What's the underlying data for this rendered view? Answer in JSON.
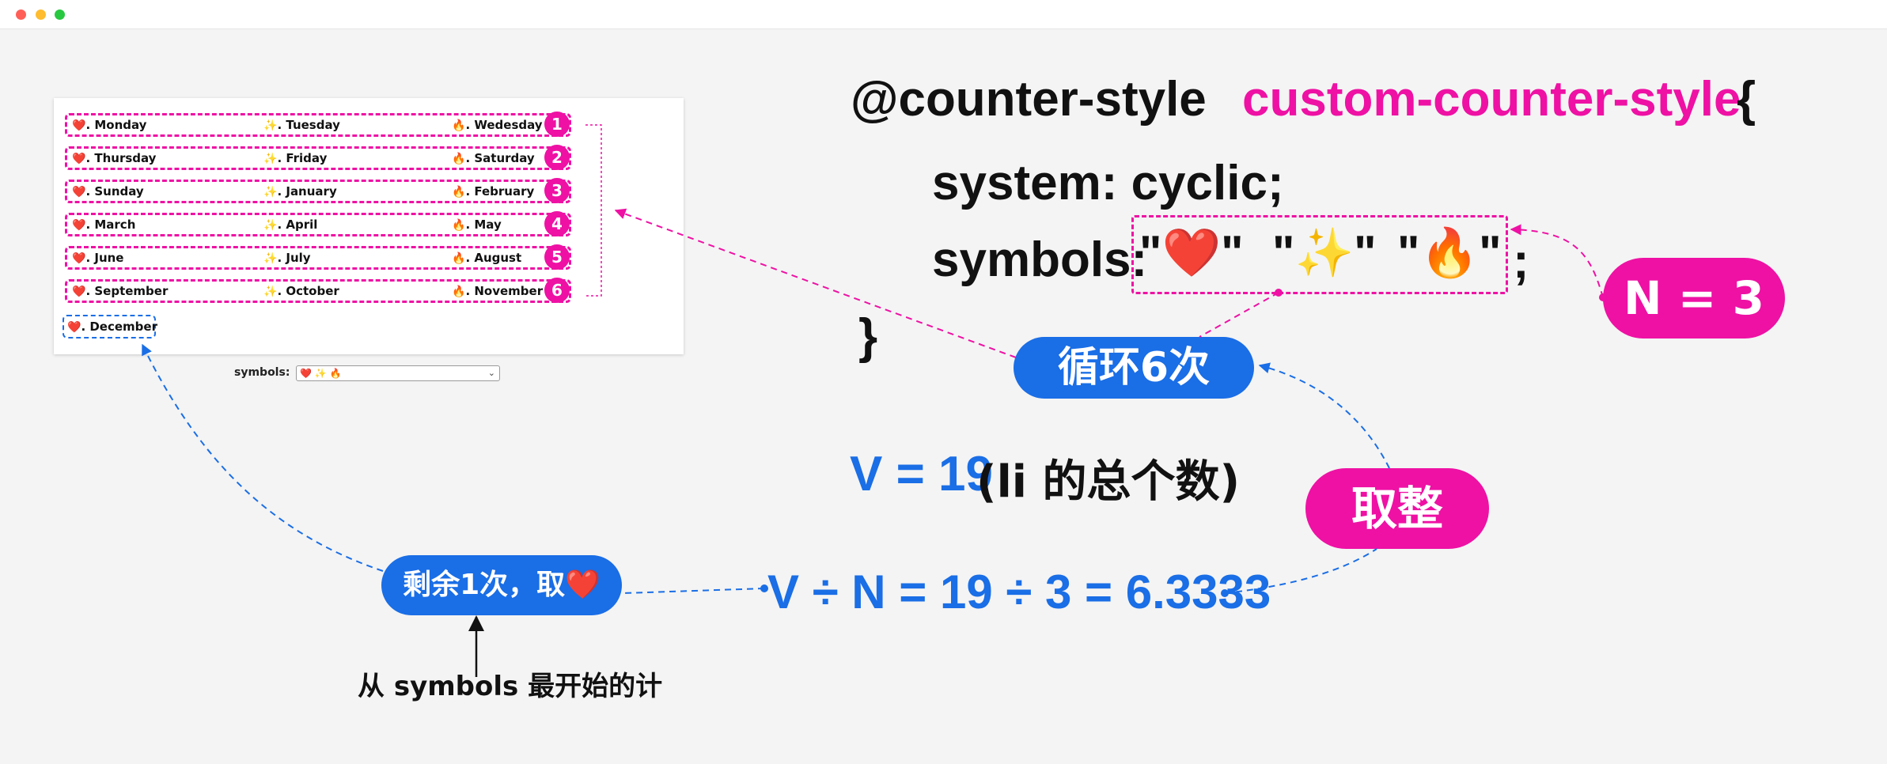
{
  "window": {
    "controls": [
      "close",
      "minimize",
      "zoom"
    ]
  },
  "demo_list": {
    "rows": [
      {
        "items": [
          {
            "symbol": "❤️",
            "text": ". Monday"
          },
          {
            "symbol": "✨",
            "text": ". Tuesday"
          },
          {
            "symbol": "🔥",
            "text": ". Wedesday"
          }
        ],
        "badge": "1"
      },
      {
        "items": [
          {
            "symbol": "❤️",
            "text": ". Thursday"
          },
          {
            "symbol": "✨",
            "text": ". Friday"
          },
          {
            "symbol": "🔥",
            "text": ". Saturday"
          }
        ],
        "badge": "2"
      },
      {
        "items": [
          {
            "symbol": "❤️",
            "text": ". Sunday"
          },
          {
            "symbol": "✨",
            "text": ". January"
          },
          {
            "symbol": "🔥",
            "text": ". February"
          }
        ],
        "badge": "3"
      },
      {
        "items": [
          {
            "symbol": "❤️",
            "text": ". March"
          },
          {
            "symbol": "✨",
            "text": ". April"
          },
          {
            "symbol": "🔥",
            "text": ". May"
          }
        ],
        "badge": "4"
      },
      {
        "items": [
          {
            "symbol": "❤️",
            "text": ". June"
          },
          {
            "symbol": "✨",
            "text": ". July"
          },
          {
            "symbol": "🔥",
            "text": ". August"
          }
        ],
        "badge": "5"
      },
      {
        "items": [
          {
            "symbol": "❤️",
            "text": ". September"
          },
          {
            "symbol": "✨",
            "text": ". October"
          },
          {
            "symbol": "🔥",
            "text": ". November"
          }
        ],
        "badge": "6"
      }
    ],
    "last_item": {
      "symbol": "❤️",
      "text": ". December"
    }
  },
  "symbols_control": {
    "label": "symbols:",
    "value": "❤️ ✨ 🔥"
  },
  "code": {
    "at_rule": "@counter-style",
    "name": "custom-counter-style",
    "open_brace": "{",
    "system_line": "system: cyclic;",
    "symbols_prop": "symbols:",
    "symbols": [
      "\"❤️\"",
      "\"✨\"",
      "\"🔥\""
    ],
    "semicolon": ";",
    "close_brace": "}"
  },
  "annotations": {
    "loop": "循环6次",
    "n": "N = 3",
    "v_value": "V = 19",
    "v_note": "(li 的总个数)",
    "round": "取整",
    "formula": "V ÷ N = 19 ÷ 3 = 6.3333",
    "remainder": "剩余1次，取❤️",
    "from_start": "从 symbols 最开始的计"
  },
  "colors": {
    "pink": "#ee11a4",
    "blue": "#1a6ee6",
    "text": "#111111"
  }
}
